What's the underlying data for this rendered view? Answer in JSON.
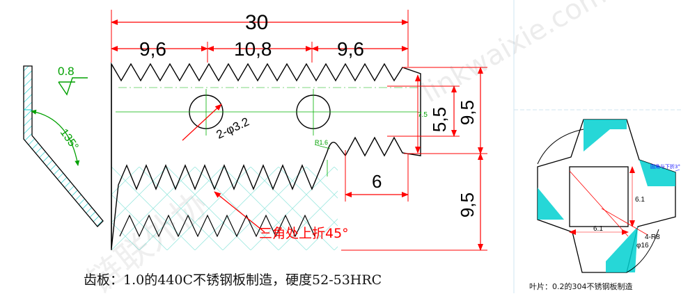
{
  "dimensions": {
    "overall_width": "30",
    "seg_left": "9,6",
    "seg_mid": "10,8",
    "seg_right": "9,6",
    "right_top_height": "9,5",
    "right_bottom_height": "9,5",
    "inner_height": "5,5",
    "small_height": "7.5",
    "step_width": "6",
    "hole_label": "2-φ3.2",
    "fillet_label": "R1.6"
  },
  "symbols": {
    "roughness": "0.8",
    "bend_angle": "135°"
  },
  "annotations": {
    "fold_note": "三角处上折45°"
  },
  "blade": {
    "dim_square": "6.1",
    "dim_square_bottom": "6.1",
    "radius_label": "4-R8",
    "diameter_label": "φ16",
    "note_label": "圆角与下折3°"
  },
  "captions": {
    "main": "齿板：1.0的440C不锈钢板制造，硬度52-53HRC",
    "side": "叶片：0.2的304不锈钢板制造"
  },
  "watermarks": {
    "url": "linkwaixie.com",
    "brand": "链联外协"
  },
  "colors": {
    "dimension": "#ff0000",
    "outline": "#000000",
    "hatch": "#00c8c8",
    "center": "#00b000",
    "roughness": "#00a000",
    "note": "#1a1aff"
  }
}
